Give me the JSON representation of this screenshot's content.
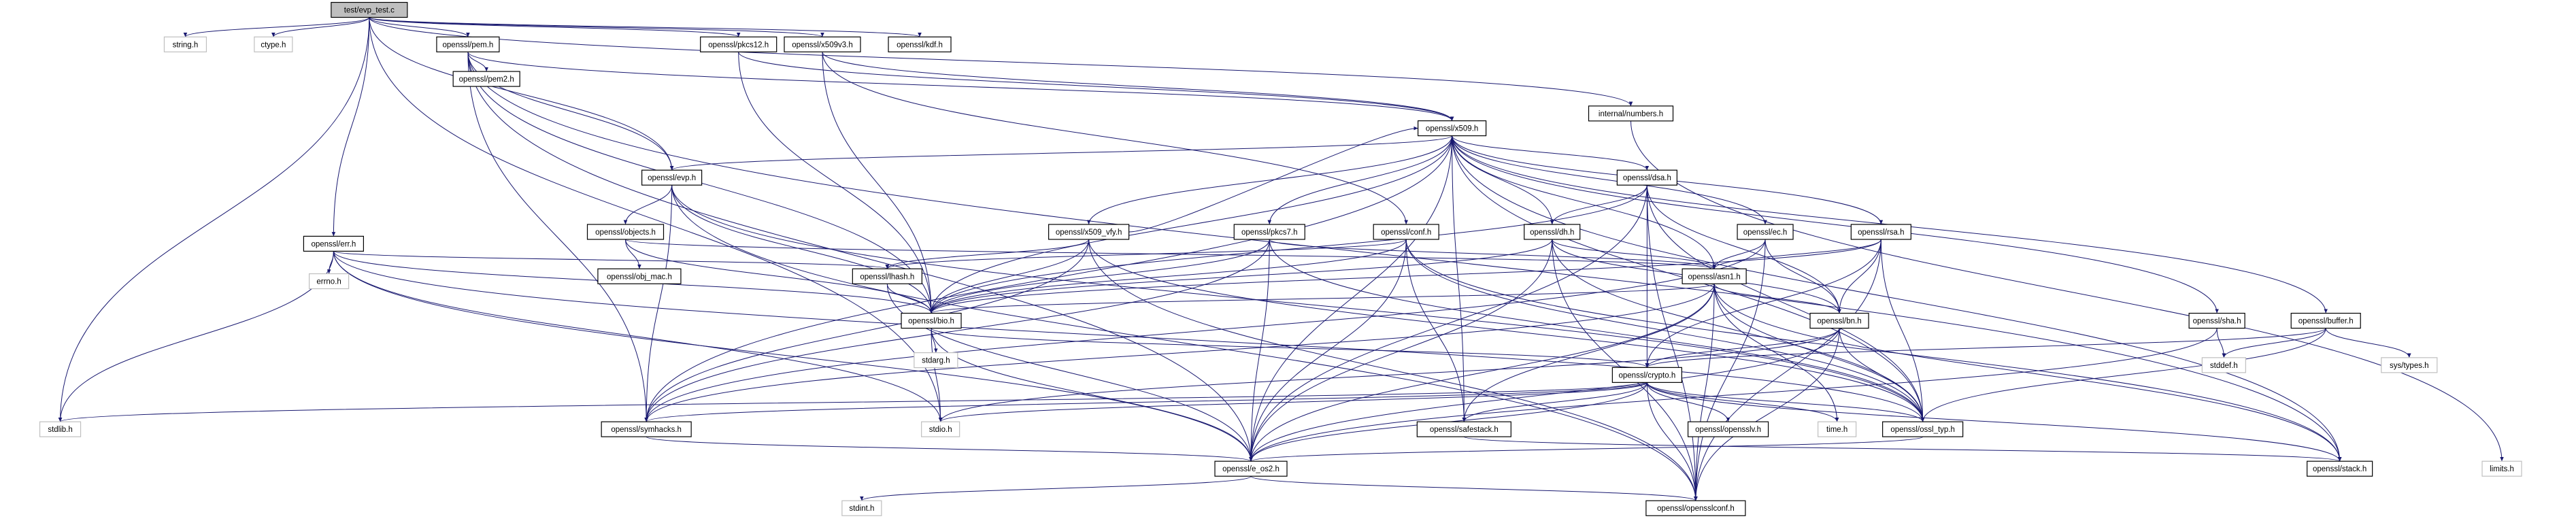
{
  "graph_type": "include dependency graph",
  "colors": {
    "edge": "#191970",
    "node_border": "#000000",
    "root_fill": "#bfbfbf",
    "external_border": "#bfbfbf"
  },
  "nodes": {
    "root": "test/evp_test.c",
    "string_h": "string.h",
    "ctype_h": "ctype.h",
    "pem_h": "openssl/pem.h",
    "err_h": "openssl/err.h",
    "pkcs12_h": "openssl/pkcs12.h",
    "x509v3_h": "openssl/x509v3.h",
    "kdf_h": "openssl/kdf.h",
    "numbers_h": "internal/numbers.h",
    "pem2_h": "openssl/pem2.h",
    "x509_h": "openssl/x509.h",
    "evp_h": "openssl/evp.h",
    "dsa_h": "openssl/dsa.h",
    "errno_h": "errno.h",
    "objects_h": "openssl/objects.h",
    "x509_vfy_h": "openssl/x509_vfy.h",
    "pkcs7_h": "openssl/pkcs7.h",
    "conf_h": "openssl/conf.h",
    "dh_h": "openssl/dh.h",
    "ec_h": "openssl/ec.h",
    "rsa_h": "openssl/rsa.h",
    "obj_mac_h": "openssl/obj_mac.h",
    "lhash_h": "openssl/lhash.h",
    "asn1_h": "openssl/asn1.h",
    "bio_h": "openssl/bio.h",
    "bn_h": "openssl/bn.h",
    "sha_h": "openssl/sha.h",
    "buffer_h": "openssl/buffer.h",
    "stdarg_h": "stdarg.h",
    "crypto_h": "openssl/crypto.h",
    "stddef_h": "stddef.h",
    "systypes_h": "sys/types.h",
    "stdlib_h": "stdlib.h",
    "symhacks_h": "openssl/symhacks.h",
    "stdio_h": "stdio.h",
    "safestack_h": "openssl/safestack.h",
    "opensslv_h": "openssl/opensslv.h",
    "time_h": "time.h",
    "ossl_typ_h": "openssl/ossl_typ.h",
    "limits_h": "limits.h",
    "e_os2_h": "openssl/e_os2.h",
    "stack_h": "openssl/stack.h",
    "stdint_h": "stdint.h",
    "opensslconf_h": "openssl/opensslconf.h"
  },
  "edges": [
    [
      "root",
      "string_h"
    ],
    [
      "root",
      "ctype_h"
    ],
    [
      "root",
      "pem_h"
    ],
    [
      "root",
      "err_h"
    ],
    [
      "root",
      "pkcs12_h"
    ],
    [
      "root",
      "x509v3_h"
    ],
    [
      "root",
      "kdf_h"
    ],
    [
      "root",
      "numbers_h"
    ],
    [
      "root",
      "stdlib_h"
    ],
    [
      "root",
      "stdio_h"
    ],
    [
      "root",
      "evp_h"
    ],
    [
      "pem_h",
      "pem2_h"
    ],
    [
      "pem_h",
      "x509_h"
    ],
    [
      "pem_h",
      "evp_h"
    ],
    [
      "pem_h",
      "bio_h"
    ],
    [
      "pem_h",
      "e_os2_h"
    ],
    [
      "pem_h",
      "stack_h"
    ],
    [
      "pem_h",
      "symhacks_h"
    ],
    [
      "pkcs12_h",
      "bio_h"
    ],
    [
      "pkcs12_h",
      "x509_h"
    ],
    [
      "x509v3_h",
      "bio_h"
    ],
    [
      "x509v3_h",
      "x509_h"
    ],
    [
      "x509v3_h",
      "conf_h"
    ],
    [
      "numbers_h",
      "limits_h"
    ],
    [
      "err_h",
      "errno_h"
    ],
    [
      "err_h",
      "stdlib_h"
    ],
    [
      "err_h",
      "e_os2_h"
    ],
    [
      "err_h",
      "stdio_h"
    ],
    [
      "err_h",
      "bio_h"
    ],
    [
      "err_h",
      "lhash_h"
    ],
    [
      "err_h",
      "ossl_typ_h"
    ],
    [
      "x509_h",
      "evp_h"
    ],
    [
      "x509_h",
      "dsa_h"
    ],
    [
      "x509_h",
      "x509_vfy_h"
    ],
    [
      "x509_h",
      "pkcs7_h"
    ],
    [
      "x509_h",
      "dh_h"
    ],
    [
      "x509_h",
      "ec_h"
    ],
    [
      "x509_h",
      "rsa_h"
    ],
    [
      "x509_h",
      "asn1_h"
    ],
    [
      "x509_h",
      "bio_h"
    ],
    [
      "x509_h",
      "sha_h"
    ],
    [
      "x509_h",
      "buffer_h"
    ],
    [
      "x509_h",
      "safestack_h"
    ],
    [
      "x509_h",
      "stack_h"
    ],
    [
      "x509_h",
      "ossl_typ_h"
    ],
    [
      "x509_h",
      "symhacks_h"
    ],
    [
      "x509_h",
      "e_os2_h"
    ],
    [
      "evp_h",
      "objects_h"
    ],
    [
      "evp_h",
      "bio_h"
    ],
    [
      "evp_h",
      "opensslconf_h"
    ],
    [
      "evp_h",
      "symhacks_h"
    ],
    [
      "evp_h",
      "ossl_typ_h"
    ],
    [
      "objects_h",
      "obj_mac_h"
    ],
    [
      "objects_h",
      "bio_h"
    ],
    [
      "objects_h",
      "asn1_h"
    ],
    [
      "dsa_h",
      "bio_h"
    ],
    [
      "dsa_h",
      "crypto_h"
    ],
    [
      "dsa_h",
      "dh_h"
    ],
    [
      "dsa_h",
      "bn_h"
    ],
    [
      "dsa_h",
      "ossl_typ_h"
    ],
    [
      "dsa_h",
      "opensslconf_h"
    ],
    [
      "dsa_h",
      "e_os2_h"
    ],
    [
      "x509_vfy_h",
      "lhash_h"
    ],
    [
      "x509_vfy_h",
      "bio_h"
    ],
    [
      "x509_vfy_h",
      "x509_h"
    ],
    [
      "x509_vfy_h",
      "symhacks_h"
    ],
    [
      "x509_vfy_h",
      "opensslconf_h"
    ],
    [
      "x509_vfy_h",
      "ossl_typ_h"
    ],
    [
      "pkcs7_h",
      "asn1_h"
    ],
    [
      "pkcs7_h",
      "bio_h"
    ],
    [
      "pkcs7_h",
      "e_os2_h"
    ],
    [
      "pkcs7_h",
      "symhacks_h"
    ],
    [
      "pkcs7_h",
      "ossl_typ_h"
    ],
    [
      "conf_h",
      "bio_h"
    ],
    [
      "conf_h",
      "lhash_h"
    ],
    [
      "conf_h",
      "safestack_h"
    ],
    [
      "conf_h",
      "e_os2_h"
    ],
    [
      "conf_h",
      "ossl_typ_h"
    ],
    [
      "conf_h",
      "stack_h"
    ],
    [
      "dh_h",
      "e_os2_h"
    ],
    [
      "dh_h",
      "bio_h"
    ],
    [
      "dh_h",
      "asn1_h"
    ],
    [
      "dh_h",
      "ossl_typ_h"
    ],
    [
      "dh_h",
      "bn_h"
    ],
    [
      "dh_h",
      "opensslconf_h"
    ],
    [
      "ec_h",
      "asn1_h"
    ],
    [
      "ec_h",
      "symhacks_h"
    ],
    [
      "ec_h",
      "bn_h"
    ],
    [
      "ec_h",
      "opensslconf_h"
    ],
    [
      "rsa_h",
      "asn1_h"
    ],
    [
      "rsa_h",
      "bio_h"
    ],
    [
      "rsa_h",
      "crypto_h"
    ],
    [
      "rsa_h",
      "ossl_typ_h"
    ],
    [
      "rsa_h",
      "bn_h"
    ],
    [
      "rsa_h",
      "opensslconf_h"
    ],
    [
      "lhash_h",
      "bio_h"
    ],
    [
      "lhash_h",
      "e_os2_h"
    ],
    [
      "asn1_h",
      "time_h"
    ],
    [
      "asn1_h",
      "e_os2_h"
    ],
    [
      "asn1_h",
      "bio_h"
    ],
    [
      "asn1_h",
      "stack_h"
    ],
    [
      "asn1_h",
      "safestack_h"
    ],
    [
      "asn1_h",
      "symhacks_h"
    ],
    [
      "asn1_h",
      "ossl_typ_h"
    ],
    [
      "asn1_h",
      "bn_h"
    ],
    [
      "asn1_h",
      "opensslconf_h"
    ],
    [
      "bio_h",
      "e_os2_h"
    ],
    [
      "bio_h",
      "stdio_h"
    ],
    [
      "bio_h",
      "stdarg_h"
    ],
    [
      "bio_h",
      "crypto_h"
    ],
    [
      "bn_h",
      "e_os2_h"
    ],
    [
      "bn_h",
      "stdio_h"
    ],
    [
      "bn_h",
      "opensslconf_h"
    ],
    [
      "bn_h",
      "ossl_typ_h"
    ],
    [
      "bn_h",
      "crypto_h"
    ],
    [
      "sha_h",
      "e_os2_h"
    ],
    [
      "sha_h",
      "stddef_h"
    ],
    [
      "buffer_h",
      "ossl_typ_h"
    ],
    [
      "buffer_h",
      "stddef_h"
    ],
    [
      "buffer_h",
      "systypes_h"
    ],
    [
      "buffer_h",
      "crypto_h"
    ],
    [
      "crypto_h",
      "stdlib_h"
    ],
    [
      "crypto_h",
      "time_h"
    ],
    [
      "crypto_h",
      "e_os2_h"
    ],
    [
      "crypto_h",
      "stdio_h"
    ],
    [
      "crypto_h",
      "stack_h"
    ],
    [
      "crypto_h",
      "safestack_h"
    ],
    [
      "crypto_h",
      "opensslv_h"
    ],
    [
      "crypto_h",
      "ossl_typ_h"
    ],
    [
      "crypto_h",
      "opensslconf_h"
    ],
    [
      "crypto_h",
      "symhacks_h"
    ],
    [
      "symhacks_h",
      "e_os2_h"
    ],
    [
      "safestack_h",
      "stack_h"
    ],
    [
      "ossl_typ_h",
      "e_os2_h"
    ],
    [
      "e_os2_h",
      "opensslconf_h"
    ],
    [
      "e_os2_h",
      "stdint_h"
    ]
  ]
}
